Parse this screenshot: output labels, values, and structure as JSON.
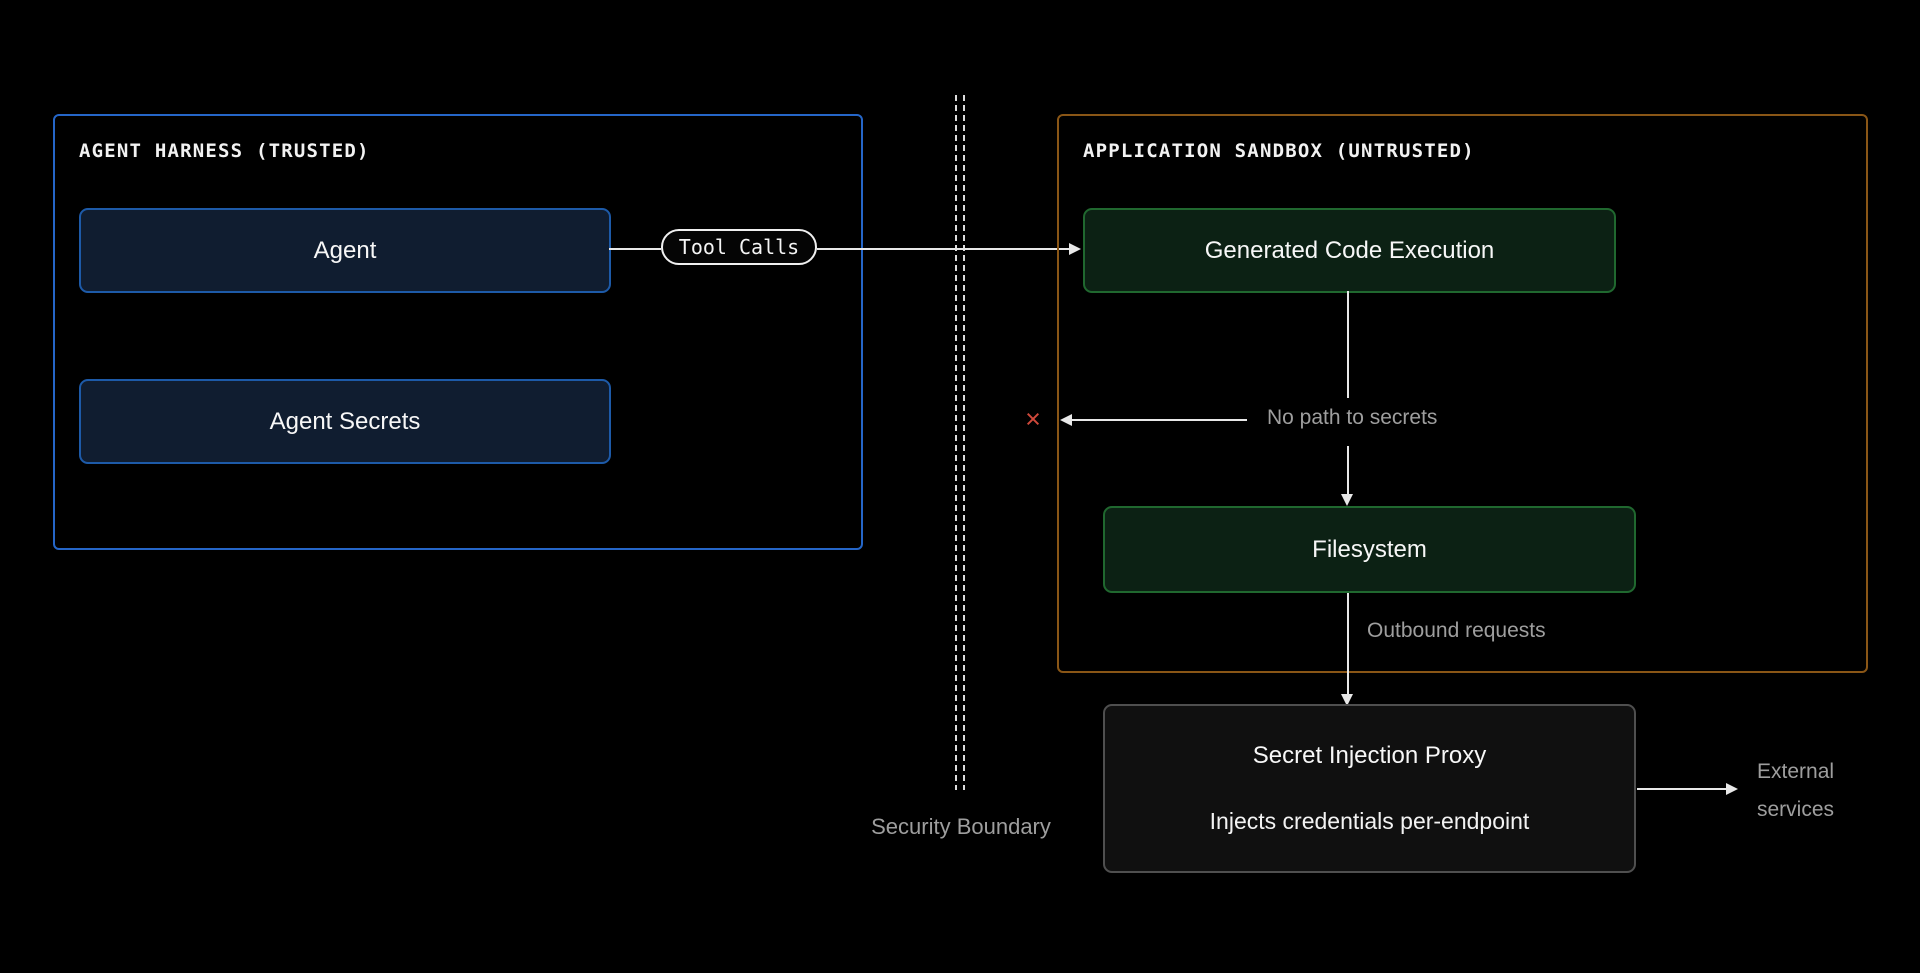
{
  "diagram": {
    "trusted_panel": {
      "title": "AGENT HARNESS (TRUSTED)",
      "nodes": [
        {
          "label": "Agent"
        },
        {
          "label": "Agent Secrets"
        }
      ]
    },
    "untrusted_panel": {
      "title": "APPLICATION SANDBOX (UNTRUSTED)",
      "nodes": [
        {
          "label": "Generated Code Execution"
        },
        {
          "label": "Filesystem"
        }
      ]
    },
    "tool_calls_badge": "Tool Calls",
    "proxy_node": {
      "title": "Secret Injection Proxy",
      "subtitle": "Injects credentials per-endpoint"
    },
    "labels": {
      "no_path": "No path to secrets",
      "outbound": "Outbound requests",
      "security_boundary": "Security Boundary",
      "external_services": "External services",
      "blocked_x": "×"
    },
    "colors": {
      "background": "#000000",
      "trusted_border": "#2566c8",
      "trusted_node_fill": "#101d30",
      "trusted_node_border": "#1d5aa8",
      "untrusted_border": "#8a5616",
      "sandbox_node_fill": "#0c2114",
      "sandbox_node_border": "#20682f",
      "proxy_fill": "#101010",
      "proxy_border": "#4f4f4f",
      "line": "#e8e8e8",
      "muted_text": "#9e9e9e",
      "blocked": "#d0493b",
      "text": "#f2f2f2"
    }
  }
}
